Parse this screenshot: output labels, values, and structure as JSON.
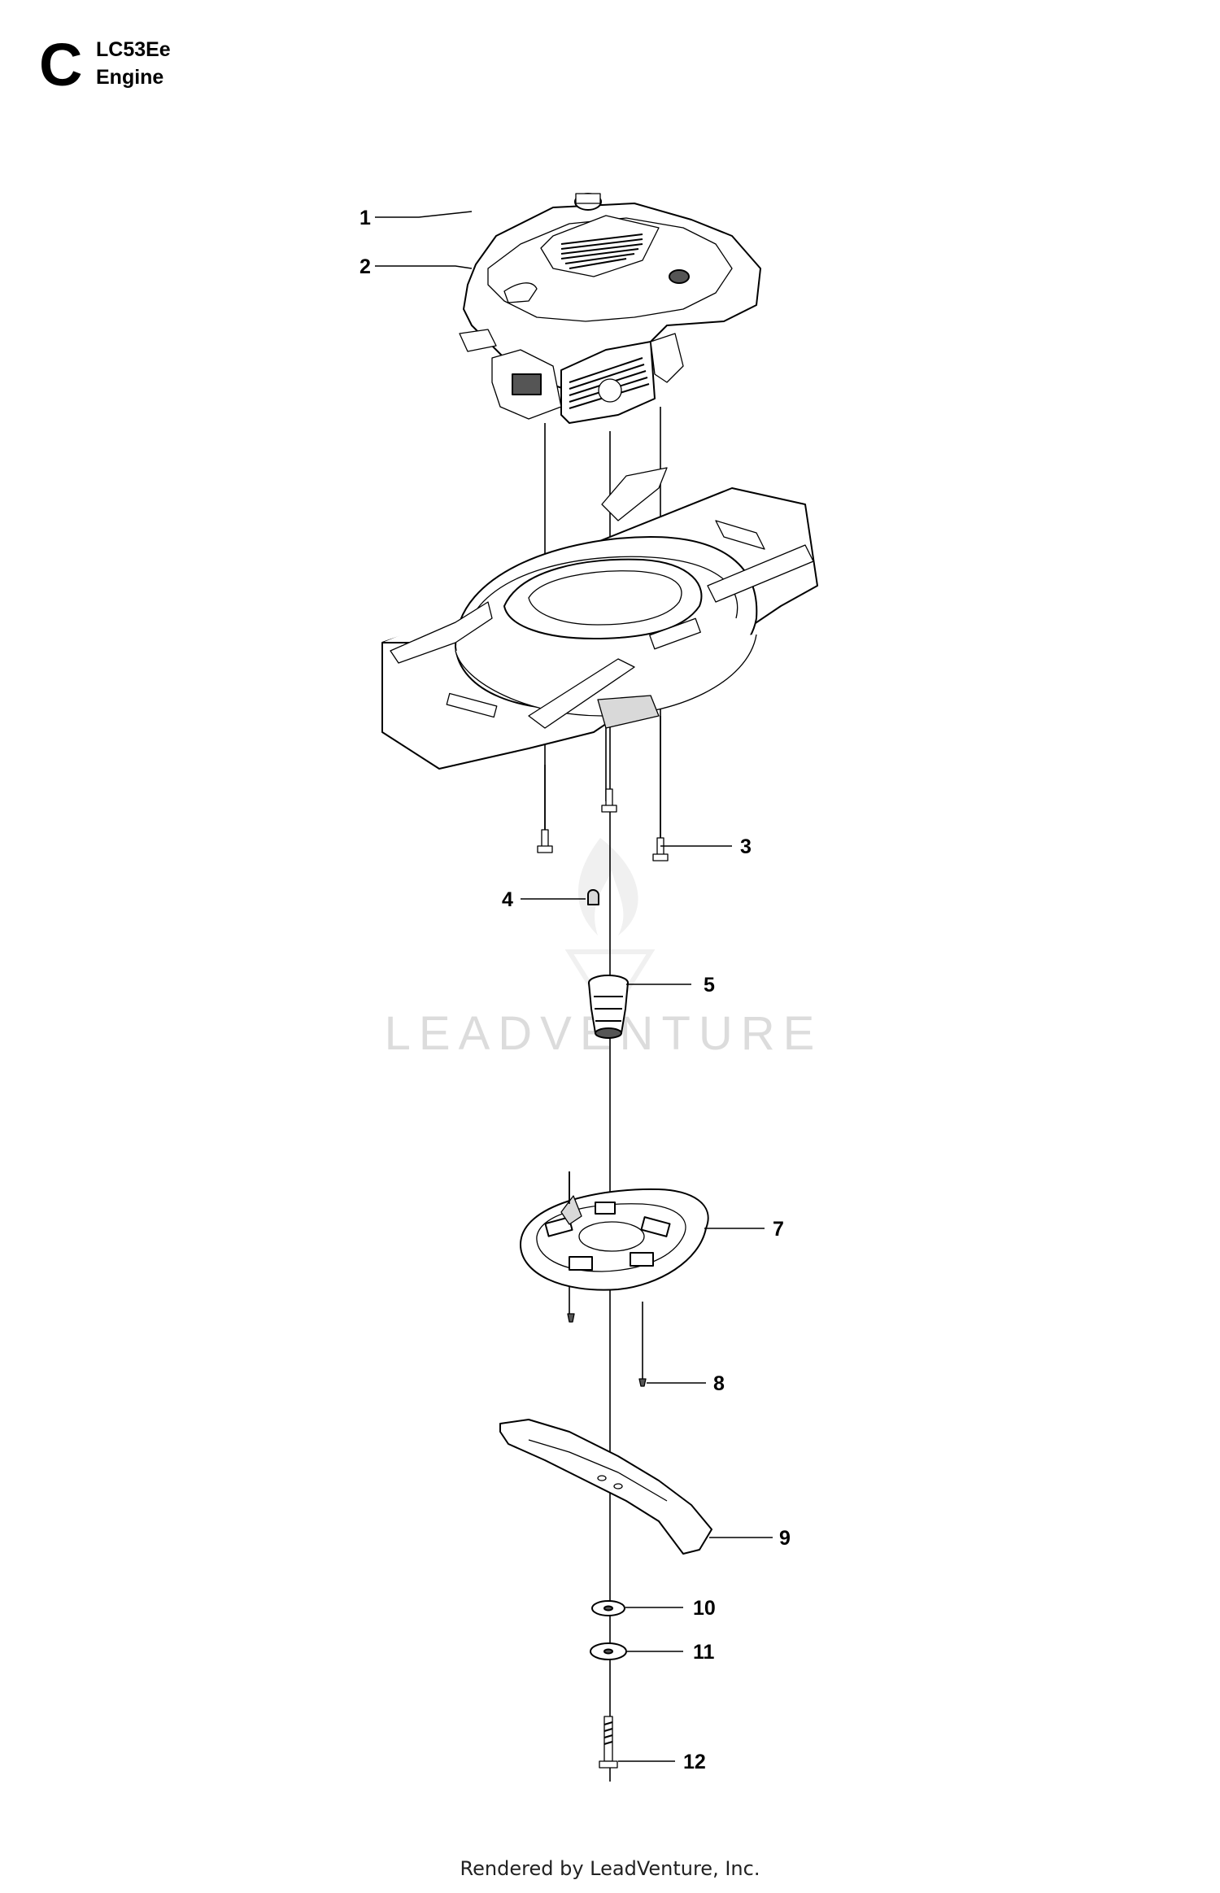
{
  "header": {
    "section_letter": "C",
    "model": "LC53Ee",
    "section_name": "Engine"
  },
  "watermark": "LEADVENTURE",
  "footer": "Rendered by LeadVenture, Inc.",
  "callouts": [
    "1",
    "2",
    "3",
    "4",
    "5",
    "7",
    "8",
    "9",
    "10",
    "11",
    "12"
  ]
}
